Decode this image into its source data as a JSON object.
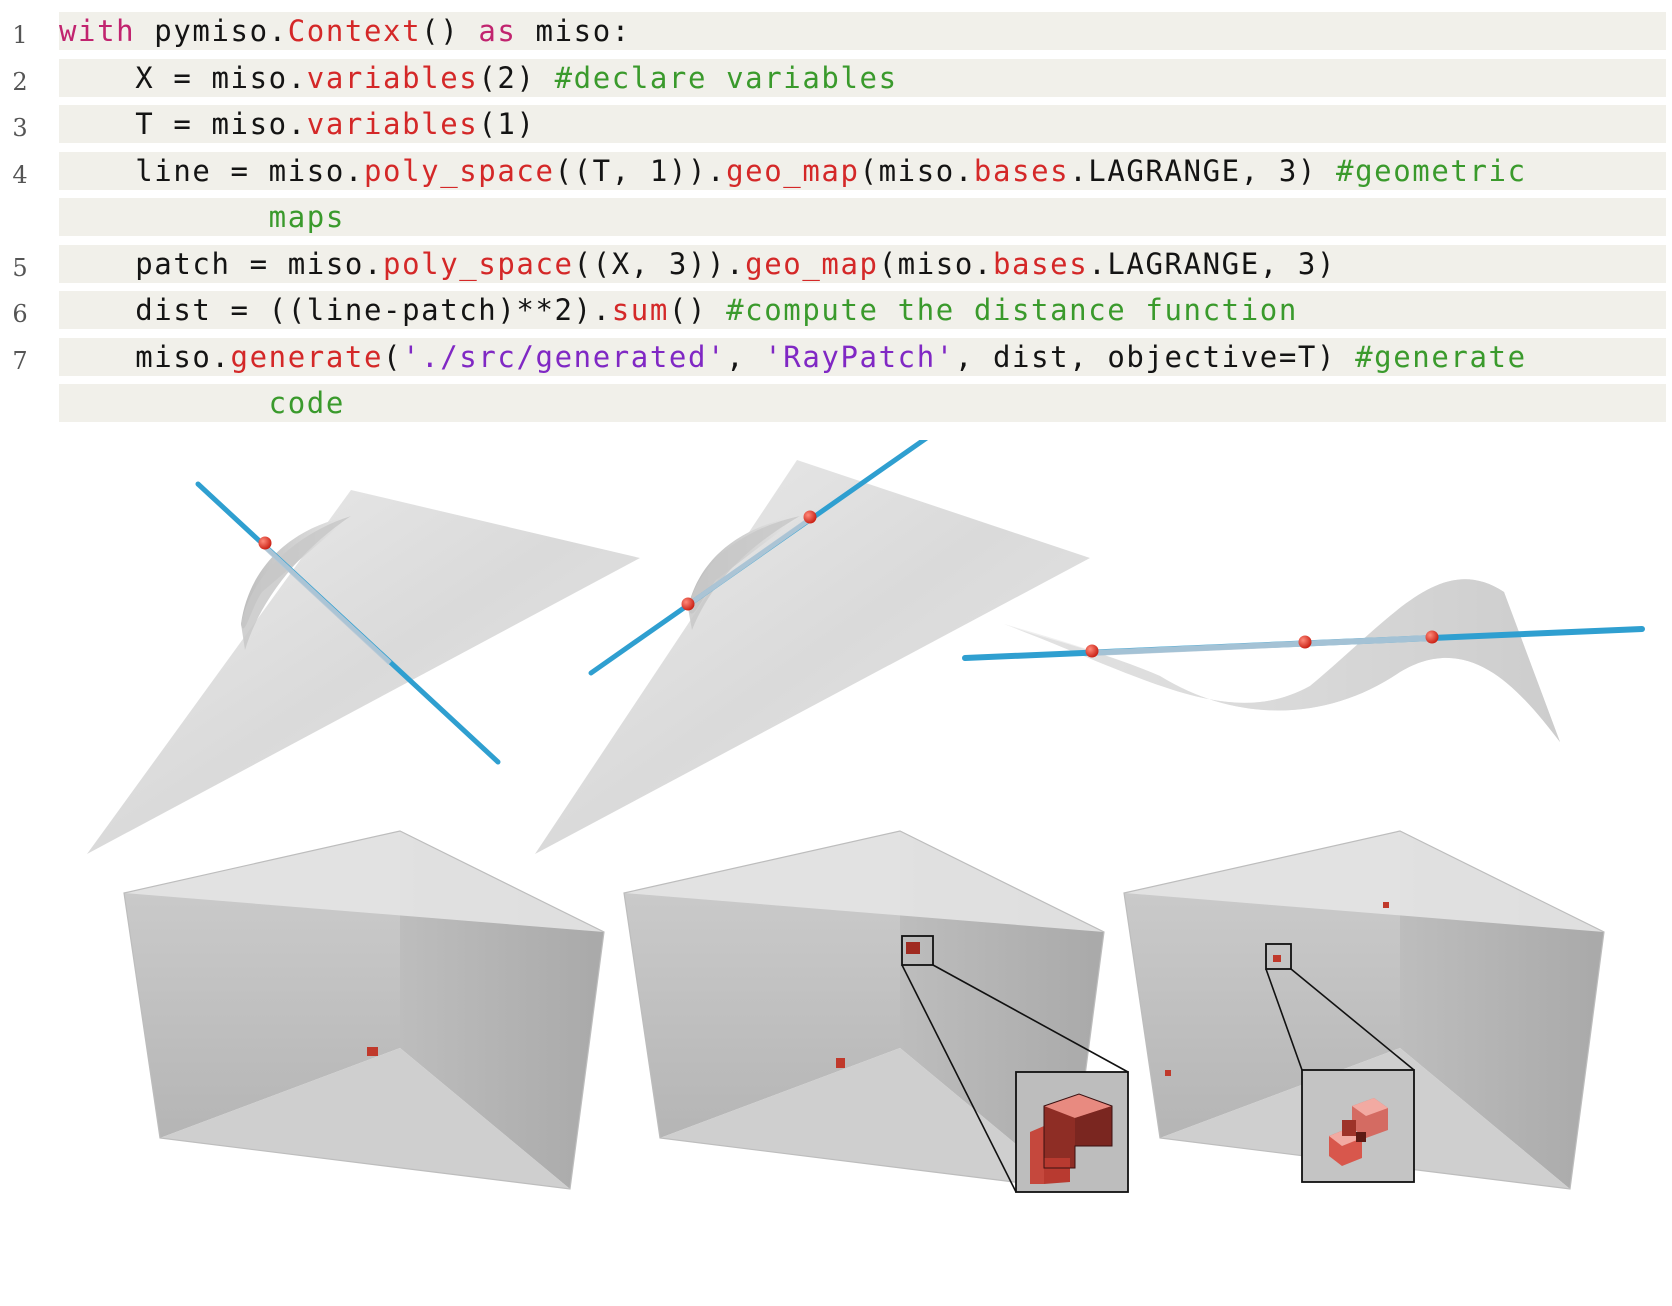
{
  "code": {
    "lines": [
      {
        "num": "1",
        "segments": [
          {
            "t": "with",
            "c": "kw"
          },
          {
            "t": " pymiso.",
            "c": "pl"
          },
          {
            "t": "Context",
            "c": "fn"
          },
          {
            "t": "() ",
            "c": "pl"
          },
          {
            "t": "as",
            "c": "kw"
          },
          {
            "t": " miso:",
            "c": "pl"
          }
        ]
      },
      {
        "num": "2",
        "segments": [
          {
            "t": "    X = miso.",
            "c": "pl"
          },
          {
            "t": "variables",
            "c": "fn"
          },
          {
            "t": "(2) ",
            "c": "pl"
          },
          {
            "t": "#declare variables",
            "c": "cm"
          }
        ]
      },
      {
        "num": "3",
        "segments": [
          {
            "t": "    T = miso.",
            "c": "pl"
          },
          {
            "t": "variables",
            "c": "fn"
          },
          {
            "t": "(1)",
            "c": "pl"
          }
        ]
      },
      {
        "num": "4",
        "segments": [
          {
            "t": "    line = miso.",
            "c": "pl"
          },
          {
            "t": "poly_space",
            "c": "fn"
          },
          {
            "t": "((T, 1)).",
            "c": "pl"
          },
          {
            "t": "geo_map",
            "c": "fn"
          },
          {
            "t": "(miso.",
            "c": "pl"
          },
          {
            "t": "bases",
            "c": "fn"
          },
          {
            "t": ".LAGRANGE, 3) ",
            "c": "pl"
          },
          {
            "t": "#geometric",
            "c": "cm"
          }
        ]
      },
      {
        "num": "",
        "segments": [
          {
            "t": "           maps",
            "c": "cm"
          }
        ]
      },
      {
        "num": "5",
        "segments": [
          {
            "t": "    patch = miso.",
            "c": "pl"
          },
          {
            "t": "poly_space",
            "c": "fn"
          },
          {
            "t": "((X, 3)).",
            "c": "pl"
          },
          {
            "t": "geo_map",
            "c": "fn"
          },
          {
            "t": "(miso.",
            "c": "pl"
          },
          {
            "t": "bases",
            "c": "fn"
          },
          {
            "t": ".LAGRANGE, 3)",
            "c": "pl"
          }
        ]
      },
      {
        "num": "6",
        "segments": [
          {
            "t": "    dist = ((line-patch)**2).",
            "c": "pl"
          },
          {
            "t": "sum",
            "c": "fn"
          },
          {
            "t": "() ",
            "c": "pl"
          },
          {
            "t": "#compute the distance function",
            "c": "cm"
          }
        ]
      },
      {
        "num": "7",
        "segments": [
          {
            "t": "    miso.",
            "c": "pl"
          },
          {
            "t": "generate",
            "c": "fn"
          },
          {
            "t": "(",
            "c": "pl"
          },
          {
            "t": "'./src/generated'",
            "c": "st"
          },
          {
            "t": ", ",
            "c": "pl"
          },
          {
            "t": "'RayPatch'",
            "c": "st"
          },
          {
            "t": ", dist, objective=T) ",
            "c": "pl"
          },
          {
            "t": "#generate",
            "c": "cm"
          }
        ]
      },
      {
        "num": "",
        "segments": [
          {
            "t": "           code",
            "c": "cm"
          }
        ]
      }
    ]
  },
  "colors": {
    "code_background": "#f1f0ea",
    "keyword": "#c1246f",
    "function": "#d42828",
    "comment": "#3a9a2c",
    "string": "#8028c4",
    "ray": "#2f9fd0",
    "hit_point": "#e02a1e",
    "surface": "#dcdcdc",
    "cube": "#b83a30"
  },
  "icons": {
    "ray": "blue-ray-line",
    "intersection": "red-sphere",
    "cell": "red-cube"
  }
}
